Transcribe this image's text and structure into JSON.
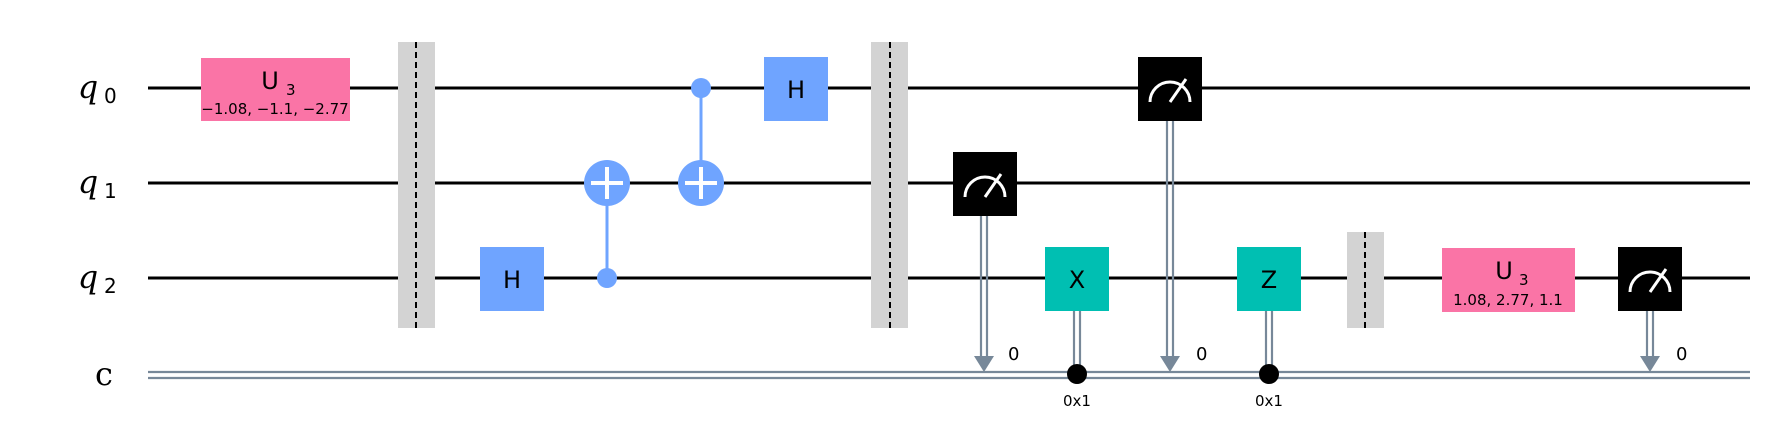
{
  "wire_labels": {
    "q0": {
      "letter": "q",
      "sub": "0"
    },
    "q1": {
      "letter": "q",
      "sub": "1"
    },
    "q2": {
      "letter": "q",
      "sub": "2"
    },
    "c": {
      "letter": "c"
    }
  },
  "gates": {
    "u3_q0": {
      "name": "U",
      "sub": "3",
      "params": "−1.08, −1.1, −2.77"
    },
    "h_q2": {
      "name": "H"
    },
    "h_q0": {
      "name": "H"
    },
    "x_q2": {
      "name": "X"
    },
    "z_q2": {
      "name": "Z"
    },
    "u3_q2": {
      "name": "U",
      "sub": "3",
      "params": "1.08, 2.77, 1.1"
    }
  },
  "measure_labels": {
    "m1": "0",
    "m2": "0",
    "m3": "0"
  },
  "conditions": {
    "x": "0x1",
    "z": "0x1"
  },
  "colors": {
    "u_gate": "#fa74a6",
    "h_gate": "#6fa4ff",
    "xz_gate": "#00bfb2",
    "measure": "#000000",
    "barrier": "#d3d3d3",
    "classical": "#778899"
  }
}
